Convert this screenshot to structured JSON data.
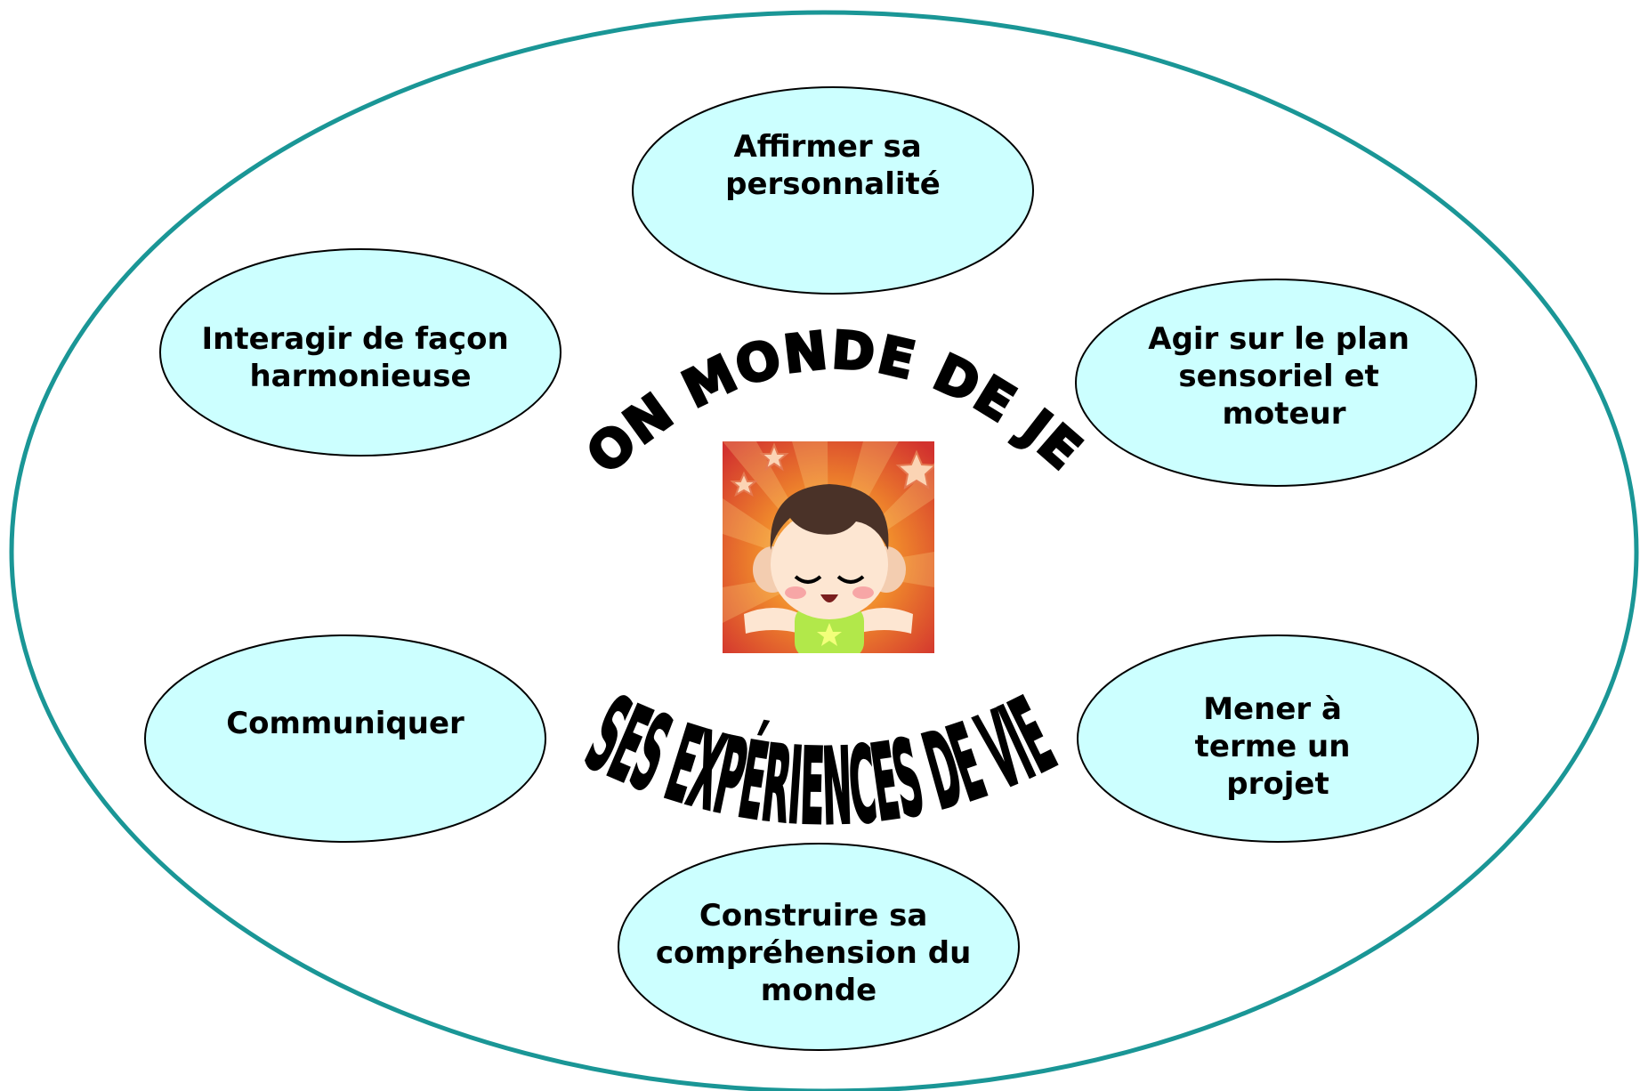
{
  "diagram": {
    "top_arc_title": "SON MONDE DE JEU",
    "bottom_arc_title": "SES EXPÉRIENCES DE VIE",
    "nodes": [
      {
        "id": "affirmer",
        "lines": [
          "Affirmer sa",
          "personnalité"
        ]
      },
      {
        "id": "interagir",
        "lines": [
          "Interagir de façon",
          "harmonieuse"
        ]
      },
      {
        "id": "agir",
        "lines": [
          "Agir sur le plan",
          "sensoriel et",
          "moteur"
        ]
      },
      {
        "id": "communiquer",
        "lines": [
          "Communiquer"
        ]
      },
      {
        "id": "mener",
        "lines": [
          "Mener à",
          "terme un",
          "projet"
        ]
      },
      {
        "id": "construire",
        "lines": [
          "Construire sa",
          "compréhension du",
          "monde"
        ]
      }
    ],
    "colors": {
      "outer_ellipse": "#1a9696",
      "bubble_fill": "#ccffff",
      "bubble_stroke": "#000000",
      "sun_orange": "#f08a2c",
      "sun_red": "#d2322e",
      "shirt_green": "#b2e84a",
      "hair_brown": "#4a3228",
      "skin": "#fde6d2"
    },
    "central_image": {
      "icon": "happy-child-icon"
    }
  }
}
